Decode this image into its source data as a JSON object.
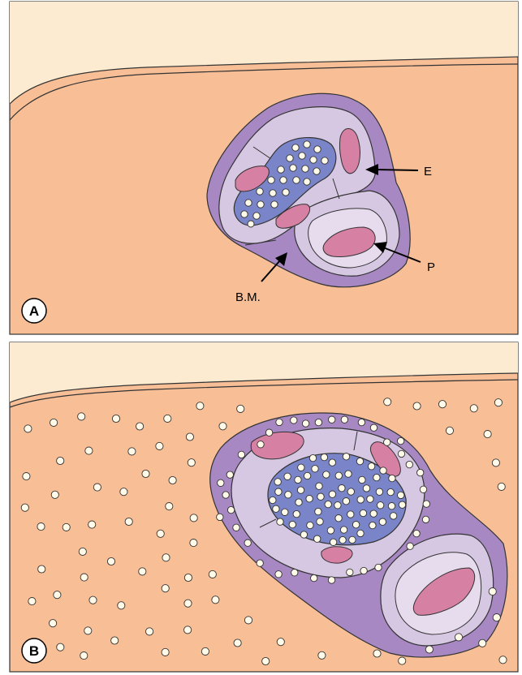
{
  "panels": [
    {
      "id": "A",
      "letter": "A",
      "labels": {
        "epithelium": "E",
        "pericyte": "P",
        "basement_membrane": "B.M."
      }
    },
    {
      "id": "B",
      "letter": "B"
    }
  ],
  "colors": {
    "tissue": "#f8bf97",
    "upper_region": "#fcebd0",
    "basement_membrane": "#a788c2",
    "cell_cytoplasm": "#d6c7e2",
    "nucleus": "#d680a4",
    "lumen": "#7a85c9",
    "particle_fill": "#fffbe8",
    "outline": "#2a2a2a"
  }
}
